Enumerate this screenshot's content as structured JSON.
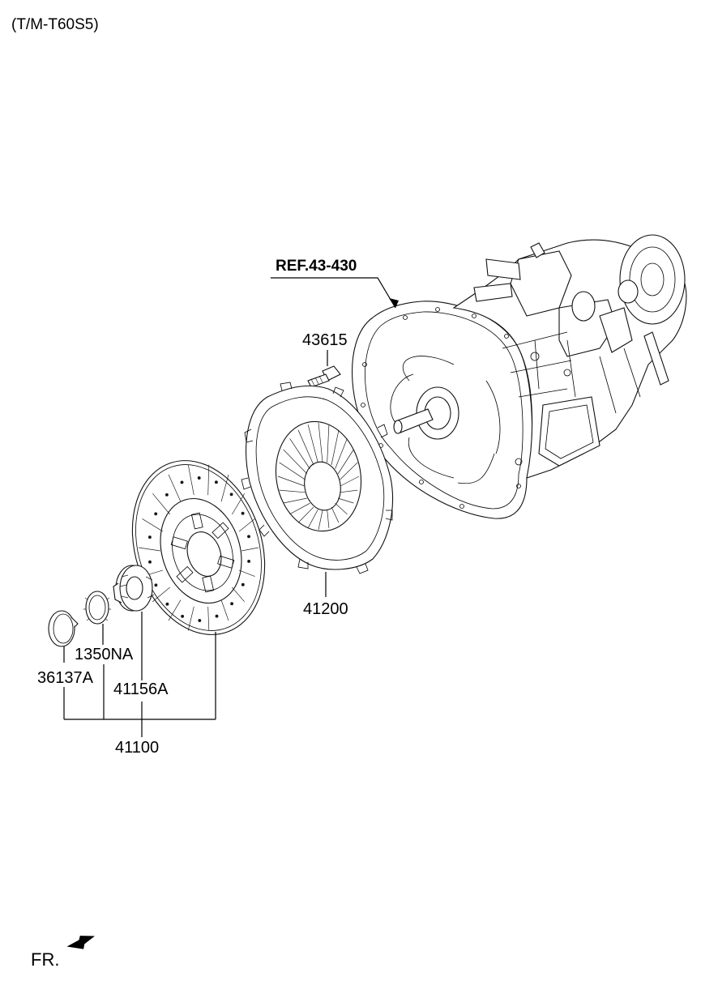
{
  "header": {
    "model": "(T/M-T60S5)"
  },
  "reference": {
    "label": "REF.43-430"
  },
  "parts": {
    "bolt": "43615",
    "clutch_cover": "41200",
    "snap_ring": "1350NA",
    "retainer": "36137A",
    "hub": "41156A",
    "disc_assembly": "41100"
  },
  "orientation": {
    "label": "FR."
  }
}
